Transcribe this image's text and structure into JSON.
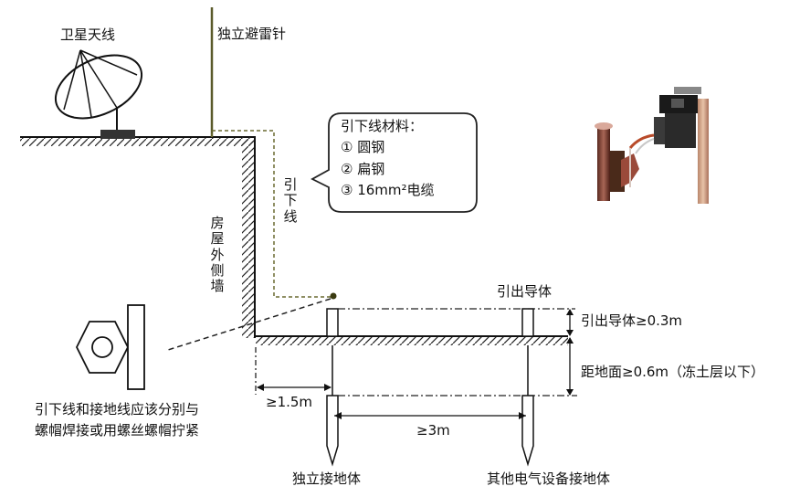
{
  "labels": {
    "satellite_antenna": "卫星天线",
    "lightning_rod": "独立避雷针",
    "down_conductor": "引下线",
    "house_wall": "房屋外侧墙",
    "lead_conductor": "引出导体",
    "lead_height": "引出导体≥0.3m",
    "depth": "距地面≥0.6m（冻土层以下）",
    "dist_wall": "≥1.5m",
    "dist_between": "≥3m",
    "ground_left": "独立接地体",
    "ground_right": "其他电气设备接地体"
  },
  "callout": {
    "title": "引下线材料：",
    "items": [
      "① 圆钢",
      "② 扁钢",
      "③ 16mm²电缆"
    ]
  },
  "nut_note": {
    "line1": "引下线和接地线应该分别与",
    "line2": "螺帽焊接或用螺丝螺帽拧紧"
  }
}
